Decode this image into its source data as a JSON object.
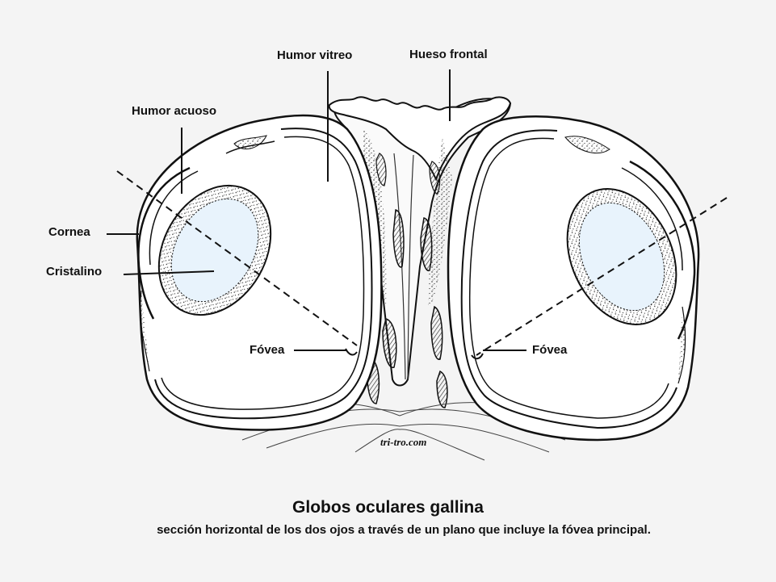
{
  "labels": {
    "humor_vitreo": "Humor vitreo",
    "hueso_frontal": "Hueso frontal",
    "humor_acuoso": "Humor acuoso",
    "cornea": "Cornea",
    "cristalino": "Cristalino",
    "fovea_left": "Fóvea",
    "fovea_right": "Fóvea"
  },
  "watermark": "tri-tro.com",
  "caption": {
    "title": "Globos oculares gallina",
    "subtitle": "sección horizontal de los dos ojos a través de un plano que incluye la fóvea principal."
  },
  "colors": {
    "background": "#f4f4f4",
    "ink": "#111111",
    "lens_fill": "#e8f3fc"
  }
}
